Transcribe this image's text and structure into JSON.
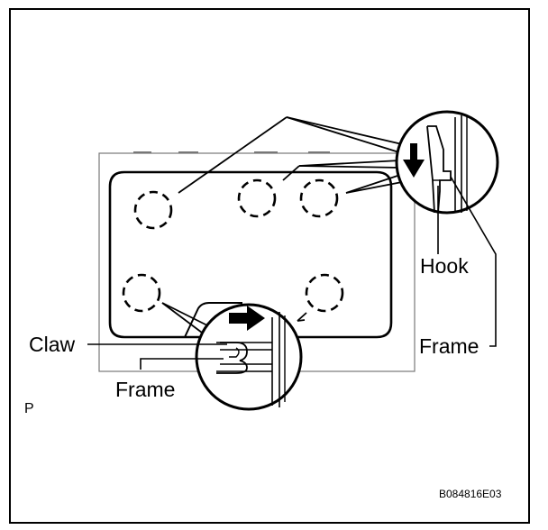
{
  "labels": {
    "hook": "Hook",
    "frame_right": "Frame",
    "claw": "Claw",
    "frame_bottom": "Frame",
    "corner": "P",
    "figure_code": "B084816E03"
  },
  "icons": {
    "arrow_down": "arrow-down-icon",
    "arrow_right": "arrow-right-icon"
  },
  "colors": {
    "ink": "#000000",
    "paper": "#ffffff"
  }
}
